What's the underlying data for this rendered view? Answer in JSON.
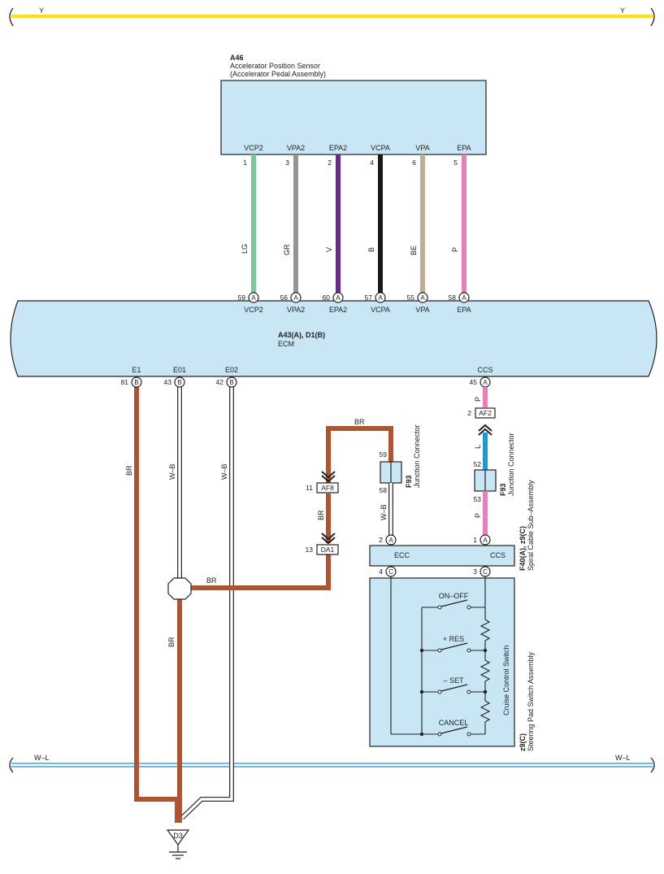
{
  "colors": {
    "box_fill": "#c9e6f5",
    "box_stroke": "#222222",
    "power_wire": "#ffe000",
    "wl_wire": "#3aa6d8",
    "LG": "#7cc896",
    "GR": "#949494",
    "V": "#6a2a8a",
    "B": "#1a1a1a",
    "BE": "#bfae93",
    "P": "#e87fb8",
    "BR": "#b2532f",
    "L": "#1e9ad6",
    "WB": "#ffffff"
  },
  "power_line": {
    "left_label": "Y",
    "right_label": "Y"
  },
  "ground_bus": {
    "left_label": "W–L",
    "right_label": "W–L"
  },
  "sensor": {
    "code": "A46",
    "name_line1": "Accelerator Position Sensor",
    "name_line2": "(Accelerator Pedal Assembly)",
    "pins": [
      {
        "name": "VCP2",
        "num": "1",
        "wire": "LG"
      },
      {
        "name": "VPA2",
        "num": "3",
        "wire": "GR"
      },
      {
        "name": "EPA2",
        "num": "2",
        "wire": "V"
      },
      {
        "name": "VCPA",
        "num": "4",
        "wire": "B"
      },
      {
        "name": "VPA",
        "num": "6",
        "wire": "BE"
      },
      {
        "name": "EPA",
        "num": "5",
        "wire": "P"
      }
    ]
  },
  "ecm": {
    "code": "A43(A), D1(B)",
    "name": "ECM",
    "top_pins": [
      {
        "num": "59",
        "conn": "A",
        "name": "VCP2"
      },
      {
        "num": "56",
        "conn": "A",
        "name": "VPA2"
      },
      {
        "num": "60",
        "conn": "A",
        "name": "EPA2"
      },
      {
        "num": "57",
        "conn": "A",
        "name": "VCPA"
      },
      {
        "num": "55",
        "conn": "A",
        "name": "VPA"
      },
      {
        "num": "58",
        "conn": "A",
        "name": "EPA"
      }
    ],
    "bottom_pins": [
      {
        "num": "81",
        "conn": "B",
        "name": "E1"
      },
      {
        "num": "43",
        "conn": "B",
        "name": "E01"
      },
      {
        "num": "42",
        "conn": "B",
        "name": "E02"
      },
      {
        "num": "45",
        "conn": "A",
        "name": "CCS"
      }
    ]
  },
  "wire_labels": {
    "e1": "BR",
    "e1_lower": "BR",
    "e01": "W–B",
    "e02": "W–B",
    "splice": "BR",
    "af8_top": "BR",
    "af8_mid": "BR",
    "f93_left": "W–B",
    "ccs_top": "P",
    "ccs_mid": "L",
    "ccs_bot": "P"
  },
  "inline_connectors": {
    "af8": {
      "label": "AF8",
      "pin": "11"
    },
    "da1": {
      "label": "DA1",
      "pin": "13"
    },
    "af2": {
      "label": "AF2",
      "pin": "2"
    }
  },
  "junction_left": {
    "code": "F93",
    "name": "Junction Connector",
    "pin_top": "59",
    "pin_bottom": "58"
  },
  "junction_right": {
    "code": "F93",
    "name": "Junction Connector",
    "pin_top": "52",
    "pin_bottom": "53"
  },
  "spiral": {
    "code": "F40(A), z9(C)",
    "name": "Spiral Cable Sub–Assembly",
    "left_name": "ECC",
    "right_name": "CCS",
    "left_top": {
      "num": "2",
      "conn": "A"
    },
    "right_top": {
      "num": "1",
      "conn": "A"
    },
    "left_bottom": {
      "num": "4",
      "conn": "C"
    },
    "right_bottom": {
      "num": "3",
      "conn": "C"
    }
  },
  "steering_pad": {
    "code": "z9(C)",
    "name": "Steering Pad Switch Assembly",
    "inner_name": "Cruise Control Switch",
    "switches": [
      "ON–OFF",
      "+ RES",
      "– SET",
      "CANCEL"
    ]
  },
  "ground": {
    "label": "D3"
  }
}
